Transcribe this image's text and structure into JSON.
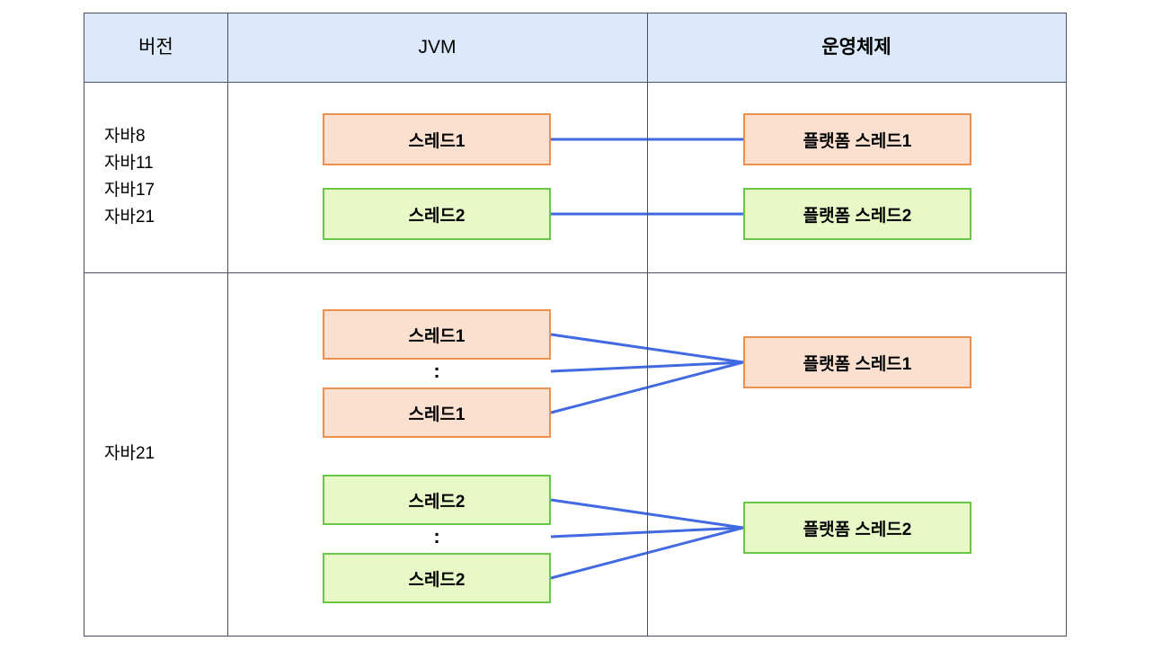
{
  "table": {
    "headers": [
      {
        "label": "버전",
        "name": "version"
      },
      {
        "label": "JVM",
        "name": "jvm"
      },
      {
        "label": "운영체제",
        "name": "os"
      }
    ],
    "header_bg": "#DCE9FB",
    "border_color": "#4A5060"
  },
  "rows": [
    {
      "version_lines": [
        "자바8",
        "자바11",
        "자바17",
        "자바21"
      ],
      "jvm_threads": [
        {
          "label": "스레드1",
          "color": "orange"
        },
        {
          "label": "스레드2",
          "color": "green"
        }
      ],
      "os_threads": [
        {
          "label": "플랫폼 스레드1",
          "color": "orange"
        },
        {
          "label": "플랫폼 스레드2",
          "color": "green"
        }
      ]
    },
    {
      "version_lines": [
        "자바21"
      ],
      "groups": [
        {
          "color": "orange",
          "top_label": "스레드1",
          "ellipsis": ":",
          "bottom_label": "스레드1",
          "platform_label": "플랫폼 스레드1"
        },
        {
          "color": "green",
          "top_label": "스레드2",
          "ellipsis": ":",
          "bottom_label": "스레드2",
          "platform_label": "플랫폼 스레드2"
        }
      ]
    }
  ],
  "colors": {
    "orange_fill": "#FBE0D0",
    "orange_border": "#ED8F4E",
    "green_fill": "#E8F8C6",
    "green_border": "#67C746",
    "connector_line": "#4169E1",
    "header_blue": "#DCE9FB"
  }
}
